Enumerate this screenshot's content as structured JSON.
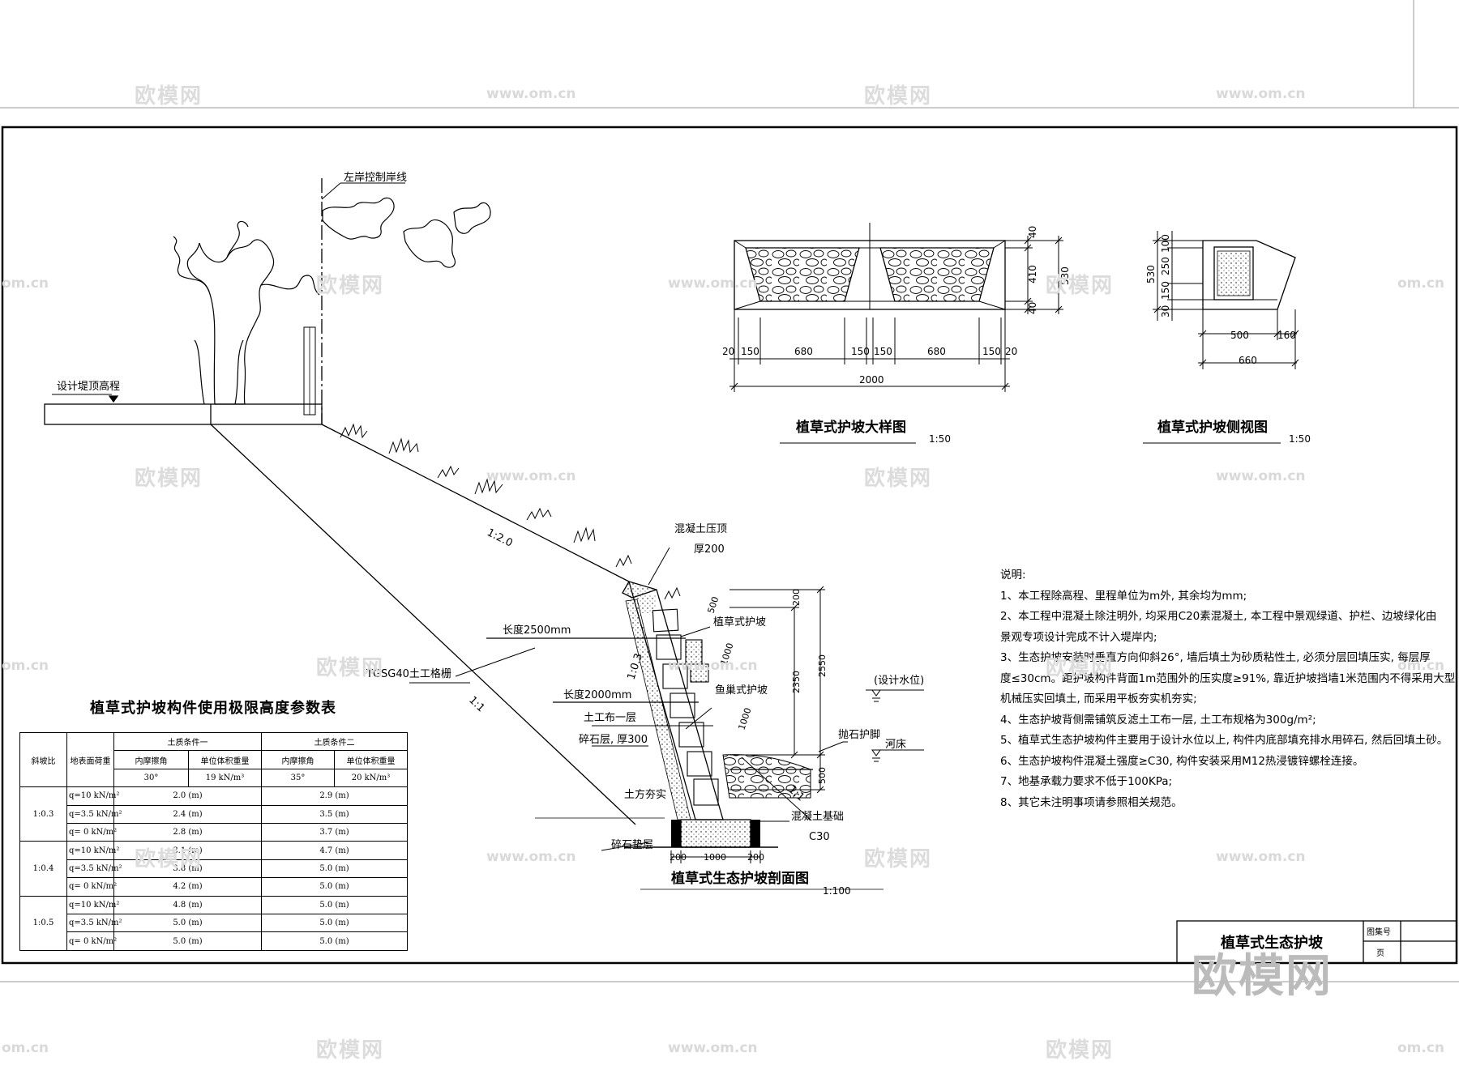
{
  "drawing": {
    "shore_line_label": "左岸控制岸线",
    "dike_top_label": "设计堤顶高程",
    "slope_upper": "1:2.0",
    "slope_lower": "1:1",
    "slope_wall": "1:0.3",
    "slope_toe": "1:1",
    "geogrid_label": "TGSG40土工格栅",
    "length_long": "长度2500mm",
    "length_short": "长度2000mm",
    "cap_label": "混凝土压顶",
    "cap_thickness": "厚200",
    "planting_slope": "植草式护坡",
    "fishnest_slope": "鱼巢式护坡",
    "geotextile": "土工布一层",
    "gravel_layer": "碎石层, 厚300",
    "compacted_soil": "土方夯实",
    "gravel_cushion": "碎石垫层",
    "foundation": "混凝土基础",
    "foundation_grade": "C30",
    "toe_protection": "抛石护脚",
    "riverbed": "河床",
    "design_water_level": "(设计水位)",
    "dims_wall": [
      "500",
      "1000",
      "1000"
    ],
    "dims_right": [
      "200",
      "2350",
      "2550",
      "500"
    ],
    "dims_base": [
      "200",
      "1000",
      "200"
    ],
    "section_title": "植草式生态护坡剖面图",
    "section_scale": "1:100"
  },
  "detail": {
    "front_title": "植草式护坡大样图",
    "front_scale": "1:50",
    "front_dims_top": [
      "20",
      "150",
      "680",
      "150",
      "150",
      "680",
      "150",
      "20"
    ],
    "front_total": "2000",
    "front_dims_right": [
      "40",
      "410",
      "530",
      "40"
    ],
    "side_title": "植草式护坡侧视图",
    "side_scale": "1:50",
    "side_dims_left": [
      "530",
      "100",
      "250",
      "150",
      "30"
    ],
    "side_dims_bottom": [
      "500",
      "160"
    ],
    "side_total": "660"
  },
  "table": {
    "title": "植草式护坡构件使用极限高度参数表",
    "h_slope": "斜坡比",
    "h_load": "地表面荷重",
    "h_cond1": "土质条件一",
    "h_cond2": "土质条件二",
    "h_friction1": "内摩擦角",
    "h_weight1": "单位体积重量",
    "h_friction2": "内摩擦角",
    "h_weight2": "单位体积重量",
    "v_friction1": "30°",
    "v_weight1": "19 kN/m³",
    "v_friction2": "35°",
    "v_weight2": "20 kN/m³",
    "groups": [
      {
        "slope": "1:0.3",
        "rows": [
          {
            "load": "q=10 kN/m²",
            "c1": "2.0 (m)",
            "c2": "2.9 (m)"
          },
          {
            "load": "q=3.5 kN/m²",
            "c1": "2.4 (m)",
            "c2": "3.5 (m)"
          },
          {
            "load": "q= 0 kN/m²",
            "c1": "2.8 (m)",
            "c2": "3.7 (m)"
          }
        ]
      },
      {
        "slope": "1:0.4",
        "rows": [
          {
            "load": "q=10 kN/m²",
            "c1": "3.1 (m)",
            "c2": "4.7 (m)"
          },
          {
            "load": "q=3.5 kN/m²",
            "c1": "3.8 (m)",
            "c2": "5.0 (m)"
          },
          {
            "load": "q= 0 kN/m²",
            "c1": "4.2 (m)",
            "c2": "5.0 (m)"
          }
        ]
      },
      {
        "slope": "1:0.5",
        "rows": [
          {
            "load": "q=10 kN/m²",
            "c1": "4.8 (m)",
            "c2": "5.0 (m)"
          },
          {
            "load": "q=3.5 kN/m²",
            "c1": "5.0 (m)",
            "c2": "5.0 (m)"
          },
          {
            "load": "q= 0 kN/m²",
            "c1": "5.0 (m)",
            "c2": "5.0 (m)"
          }
        ]
      }
    ]
  },
  "notes": {
    "heading": "说明:",
    "items": [
      "1、本工程除高程、里程单位为m外, 其余均为mm;",
      "2、本工程中混凝土除注明外, 均采用C20素混凝土, 本工程中景观绿道、护栏、边坡绿化由",
      "景观专项设计完成不计入堤岸内;",
      "3、生态护坡安装时垂直方向仰斜26°, 墙后填土为砂质粘性土, 必须分层回填压实, 每层厚",
      "度≤30cm。距护坡构件背面1m范围外的压实度≥91%, 靠近护坡挡墙1米范围内不得采用大型",
      "机械压实回填土, 而采用平板夯实机夯实;",
      "4、生态护坡背侧需铺筑反滤土工布一层, 土工布规格为300g/m²;",
      "5、植草式生态护坡构件主要用于设计水位以上, 构件内底部填充排水用碎石, 然后回填土砂。",
      "6、生态护坡构件混凝土强度≥C30, 构件安装采用M12热浸镀锌螺栓连接。",
      "7、地基承载力要求不低于100KPa;",
      "8、其它未注明事项请参照相关规范。"
    ]
  },
  "title_block": {
    "name": "植草式生态护坡",
    "atlas_no": "图集号",
    "page": "页"
  },
  "watermarks": {
    "text": "欧模网",
    "url": "www.om.cn",
    "url_short": "om.cn"
  }
}
